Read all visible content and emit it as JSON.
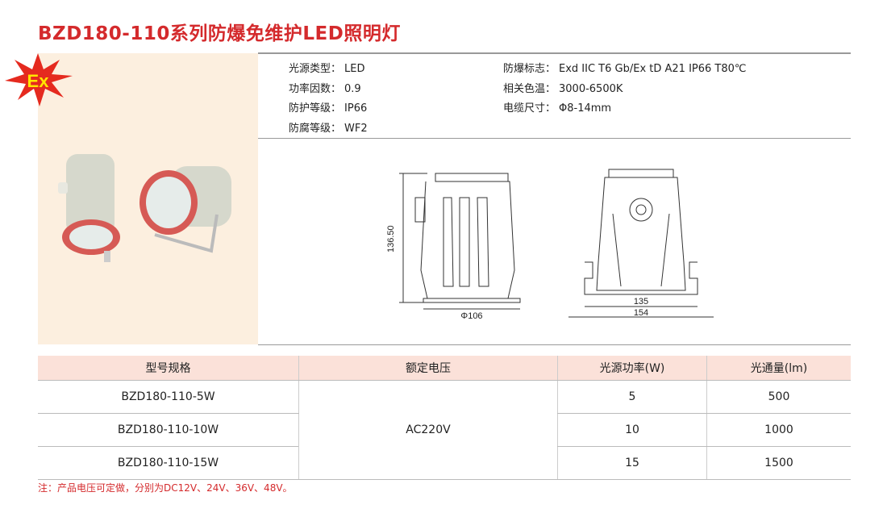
{
  "title": "BZD180-110系列防爆免维护LED照明灯",
  "badge": "Ex",
  "specs": {
    "left": [
      {
        "k": "光源类型：",
        "v": "LED"
      },
      {
        "k": "功率因数：",
        "v": "0.9"
      },
      {
        "k": "防护等级：",
        "v": "IP66"
      },
      {
        "k": "防腐等级：",
        "v": "WF2"
      }
    ],
    "right": [
      {
        "k": "防爆标志：",
        "v": "Exd IIC T6 Gb/Ex tD A21 IP66 T80℃"
      },
      {
        "k": "相关色温：",
        "v": "3000-6500K"
      },
      {
        "k": "电缆尺寸：",
        "v": "Φ8-14mm"
      }
    ]
  },
  "drawing": {
    "height": "136.50",
    "diameter": "Φ106",
    "width_inner": "135",
    "width_outer": "154"
  },
  "table": {
    "headers": [
      "型号规格",
      "额定电压",
      "光源功率(W)",
      "光通量(lm)"
    ],
    "voltage": "AC220V",
    "rows": [
      {
        "model": "BZD180-110-5W",
        "power": "5",
        "flux": "500"
      },
      {
        "model": "BZD180-110-10W",
        "power": "10",
        "flux": "1000"
      },
      {
        "model": "BZD180-110-15W",
        "power": "15",
        "flux": "1500"
      }
    ]
  },
  "note": "注：产品电压可定做，分别为DC12V、24V、36V、48V。",
  "colors": {
    "accent": "#d42a2c",
    "header_bg": "#fbe1d9",
    "photo_bg": "#fcefdf"
  }
}
